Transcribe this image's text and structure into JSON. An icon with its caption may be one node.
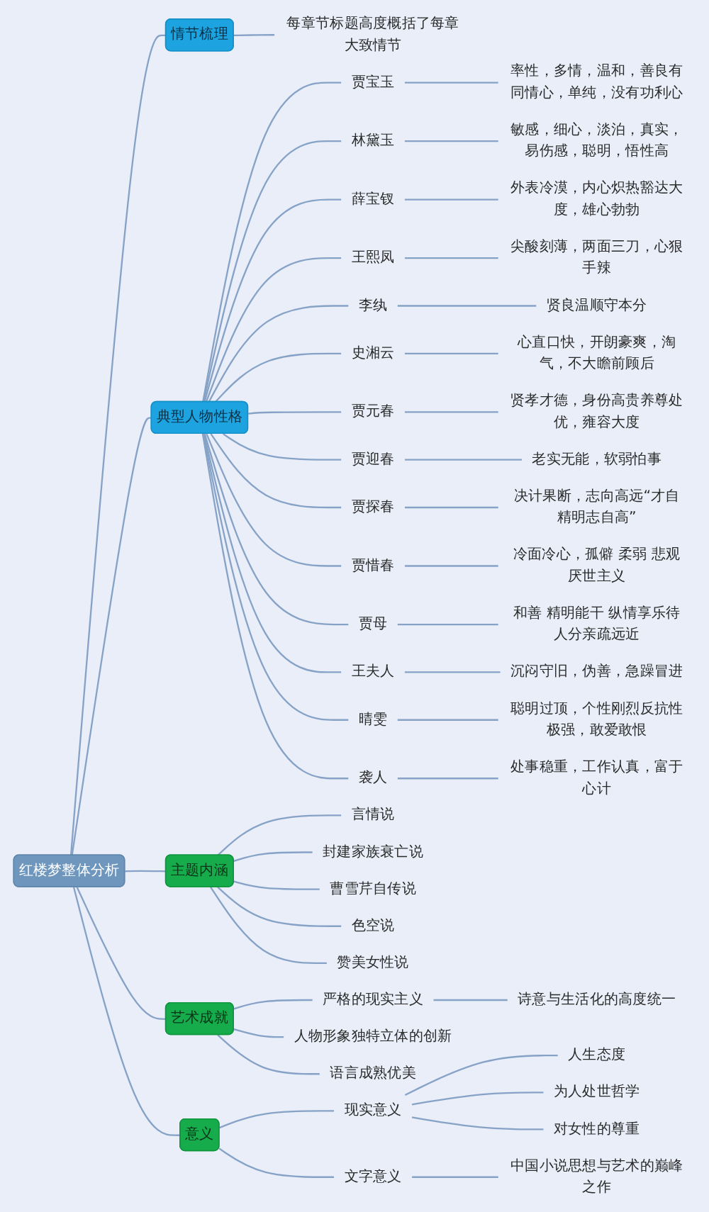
{
  "diagram": {
    "nodes": [
      {
        "text": [
          "红楼梦整体分析"
        ]
      },
      {
        "text": [
          "情节梳理"
        ]
      },
      {
        "text": [
          "每章节标题高度概括了每章大致情节"
        ]
      },
      {
        "text": [
          "典型人物性格"
        ]
      },
      {
        "text": [
          "贾宝玉"
        ]
      },
      {
        "text": [
          "率性，多情，温和，善良有同情心，单纯，没有功利心"
        ]
      },
      {
        "text": [
          "林黛玉"
        ]
      },
      {
        "text": [
          "敏感，细心，淡泊，真实，易伤感，聪明，悟性高"
        ]
      },
      {
        "text": [
          "薛宝钗"
        ]
      },
      {
        "text": [
          "外表冷漠，内心炽热豁达大度，雄心勃勃"
        ]
      },
      {
        "text": [
          "王熙凤"
        ]
      },
      {
        "text": [
          "尖酸刻薄，两面三刀，心狠手辣"
        ]
      },
      {
        "text": [
          "李纨"
        ]
      },
      {
        "text": [
          "贤良温顺守本分"
        ]
      },
      {
        "text": [
          "史湘云"
        ]
      },
      {
        "text": [
          "心直口快，开朗豪爽，淘气，不大瞻前顾后"
        ]
      },
      {
        "text": [
          "贾元春"
        ]
      },
      {
        "text": [
          "贤孝才德，身份高贵养尊处优，雍容大度"
        ]
      },
      {
        "text": [
          "贾迎春"
        ]
      },
      {
        "text": [
          "老实无能，软弱怕事"
        ]
      },
      {
        "text": [
          "贾探春"
        ]
      },
      {
        "text": [
          "决计果断，志向高远“才自精明志自高”"
        ]
      },
      {
        "text": [
          "贾惜春"
        ]
      },
      {
        "text": [
          "冷面冷心，孤僻 柔弱 悲观厌世主义"
        ]
      },
      {
        "text": [
          "贾母"
        ]
      },
      {
        "text": [
          "和善 精明能干 纵情享乐待人分亲疏远近"
        ]
      },
      {
        "text": [
          "王夫人"
        ]
      },
      {
        "text": [
          "沉闷守旧，伪善，急躁冒进"
        ]
      },
      {
        "text": [
          "晴雯"
        ]
      },
      {
        "text": [
          "聪明过顶，个性刚烈反抗性极强，敢爱敢恨"
        ]
      },
      {
        "text": [
          "袭人"
        ]
      },
      {
        "text": [
          "处事稳重，工作认真，富于心计"
        ]
      },
      {
        "text": [
          "主题内涵"
        ]
      },
      {
        "text": [
          "言情说"
        ]
      },
      {
        "text": [
          "封建家族衰亡说"
        ]
      },
      {
        "text": [
          "曹雪芹自传说"
        ]
      },
      {
        "text": [
          "色空说"
        ]
      },
      {
        "text": [
          "赞美女性说"
        ]
      },
      {
        "text": [
          "艺术成就"
        ]
      },
      {
        "text": [
          "严格的现实主义"
        ]
      },
      {
        "text": [
          "诗意与生活化的高度统一"
        ]
      },
      {
        "text": [
          "人物形象独特立体的创新"
        ]
      },
      {
        "text": [
          "语言成熟优美"
        ]
      },
      {
        "text": [
          "意义"
        ]
      },
      {
        "text": [
          "现实意义"
        ]
      },
      {
        "text": [
          "人生态度"
        ]
      },
      {
        "text": [
          "为人处世哲学"
        ]
      },
      {
        "text": [
          "对女性的尊重"
        ]
      },
      {
        "text": [
          "文字意义"
        ]
      },
      {
        "text": [
          "中国小说思想与艺术的巅峰之作"
        ]
      }
    ],
    "edges": [
      {
        "from": 0,
        "to": 1,
        "arrow": "none"
      },
      {
        "from": 1,
        "to": 2,
        "arrow": "none"
      },
      {
        "from": 0,
        "to": 3,
        "arrow": "none"
      },
      {
        "from": 3,
        "to": 4,
        "arrow": "none"
      },
      {
        "from": 4,
        "to": 5,
        "arrow": "none"
      },
      {
        "from": 3,
        "to": 6,
        "arrow": "none"
      },
      {
        "from": 6,
        "to": 7,
        "arrow": "none"
      },
      {
        "from": 3,
        "to": 8,
        "arrow": "none"
      },
      {
        "from": 8,
        "to": 9,
        "arrow": "none"
      },
      {
        "from": 3,
        "to": 10,
        "arrow": "none"
      },
      {
        "from": 10,
        "to": 11,
        "arrow": "none"
      },
      {
        "from": 3,
        "to": 12,
        "arrow": "none"
      },
      {
        "from": 12,
        "to": 13,
        "arrow": "none"
      },
      {
        "from": 3,
        "to": 14,
        "arrow": "none"
      },
      {
        "from": 14,
        "to": 15,
        "arrow": "none"
      },
      {
        "from": 3,
        "to": 16,
        "arrow": "none"
      },
      {
        "from": 16,
        "to": 17,
        "arrow": "none"
      },
      {
        "from": 3,
        "to": 18,
        "arrow": "none"
      },
      {
        "from": 18,
        "to": 19,
        "arrow": "none"
      },
      {
        "from": 3,
        "to": 20,
        "arrow": "none"
      },
      {
        "from": 20,
        "to": 21,
        "arrow": "none"
      },
      {
        "from": 3,
        "to": 22,
        "arrow": "none"
      },
      {
        "from": 22,
        "to": 23,
        "arrow": "none"
      },
      {
        "from": 3,
        "to": 24,
        "arrow": "none"
      },
      {
        "from": 24,
        "to": 25,
        "arrow": "none"
      },
      {
        "from": 3,
        "to": 26,
        "arrow": "none"
      },
      {
        "from": 26,
        "to": 27,
        "arrow": "none"
      },
      {
        "from": 3,
        "to": 28,
        "arrow": "none"
      },
      {
        "from": 28,
        "to": 29,
        "arrow": "none"
      },
      {
        "from": 3,
        "to": 30,
        "arrow": "none"
      },
      {
        "from": 30,
        "to": 31,
        "arrow": "none"
      },
      {
        "from": 0,
        "to": 32,
        "arrow": "none"
      },
      {
        "from": 32,
        "to": 33,
        "arrow": "none"
      },
      {
        "from": 32,
        "to": 34,
        "arrow": "none"
      },
      {
        "from": 32,
        "to": 35,
        "arrow": "none"
      },
      {
        "from": 32,
        "to": 36,
        "arrow": "none"
      },
      {
        "from": 32,
        "to": 37,
        "arrow": "none"
      },
      {
        "from": 0,
        "to": 38,
        "arrow": "none"
      },
      {
        "from": 38,
        "to": 39,
        "arrow": "none"
      },
      {
        "from": 39,
        "to": 40,
        "arrow": "none"
      },
      {
        "from": 38,
        "to": 41,
        "arrow": "none"
      },
      {
        "from": 38,
        "to": 42,
        "arrow": "none"
      },
      {
        "from": 0,
        "to": 43,
        "arrow": "none"
      },
      {
        "from": 43,
        "to": 44,
        "arrow": "none"
      },
      {
        "from": 44,
        "to": 45,
        "arrow": "none"
      },
      {
        "from": 44,
        "to": 46,
        "arrow": "none"
      },
      {
        "from": 44,
        "to": 47,
        "arrow": "none"
      },
      {
        "from": 43,
        "to": 48,
        "arrow": "none"
      },
      {
        "from": 48,
        "to": 49,
        "arrow": "none"
      }
    ]
  }
}
